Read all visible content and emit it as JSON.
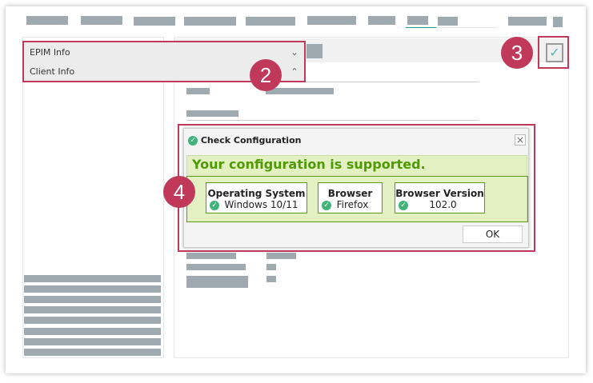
{
  "accordion": {
    "items": [
      {
        "label": "EPIM Info",
        "icon": "chevron-down-icon"
      },
      {
        "label": "Client Info",
        "icon": "chevron-up-icon"
      }
    ]
  },
  "badges": [
    "2",
    "3",
    "4"
  ],
  "dialog": {
    "title": "Check Configuration",
    "close_icon": "×",
    "message": "Your configuration is supported.",
    "checks": [
      {
        "label": "Operating System",
        "value": "Windows 10/11"
      },
      {
        "label": "Browser",
        "value": "Firefox"
      },
      {
        "label": "Browser Version",
        "value": "102.0"
      }
    ],
    "ok_label": "OK"
  },
  "colors": {
    "accent": "#c0395a",
    "success": "#3fb37a",
    "message": "#4f9a00",
    "panel_bg": "#e2f0c2"
  }
}
